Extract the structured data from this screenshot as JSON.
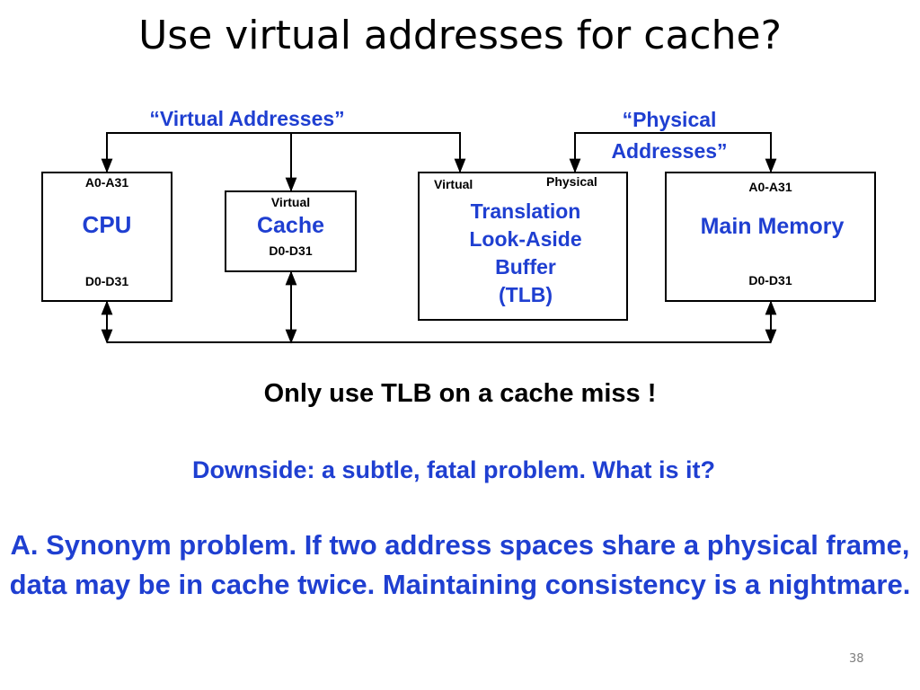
{
  "slide": {
    "title": "Use virtual addresses for cache?",
    "page_number": "38"
  },
  "diagram": {
    "virtual_bus_label": "“Virtual Addresses”",
    "physical_bus_label_1": "“Physical",
    "physical_bus_label_2": "Addresses”",
    "cpu": {
      "address_pins": "A0-A31",
      "name": "CPU",
      "data_pins": "D0-D31"
    },
    "cache": {
      "type": "Virtual",
      "name": "Cache",
      "data_pins": "D0-D31"
    },
    "tlb": {
      "virtual_port": "Virtual",
      "physical_port": "Physical",
      "name_lines": [
        "Translation",
        "Look-Aside",
        "Buffer",
        "(TLB)"
      ]
    },
    "memory": {
      "address_pins": "A0-A31",
      "name": "Main Memory",
      "data_pins": "D0-D31"
    }
  },
  "note": "Only use TLB on a cache miss !",
  "question": "Downside: a subtle, fatal problem. What is it?",
  "answer": "A. Synonym problem. If two address spaces share a physical frame, data may be in cache twice. Maintaining consistency is a nightmare.",
  "colors": {
    "accent": "#1f3fd1",
    "text": "#000000",
    "page_number": "#7f7f7f"
  }
}
